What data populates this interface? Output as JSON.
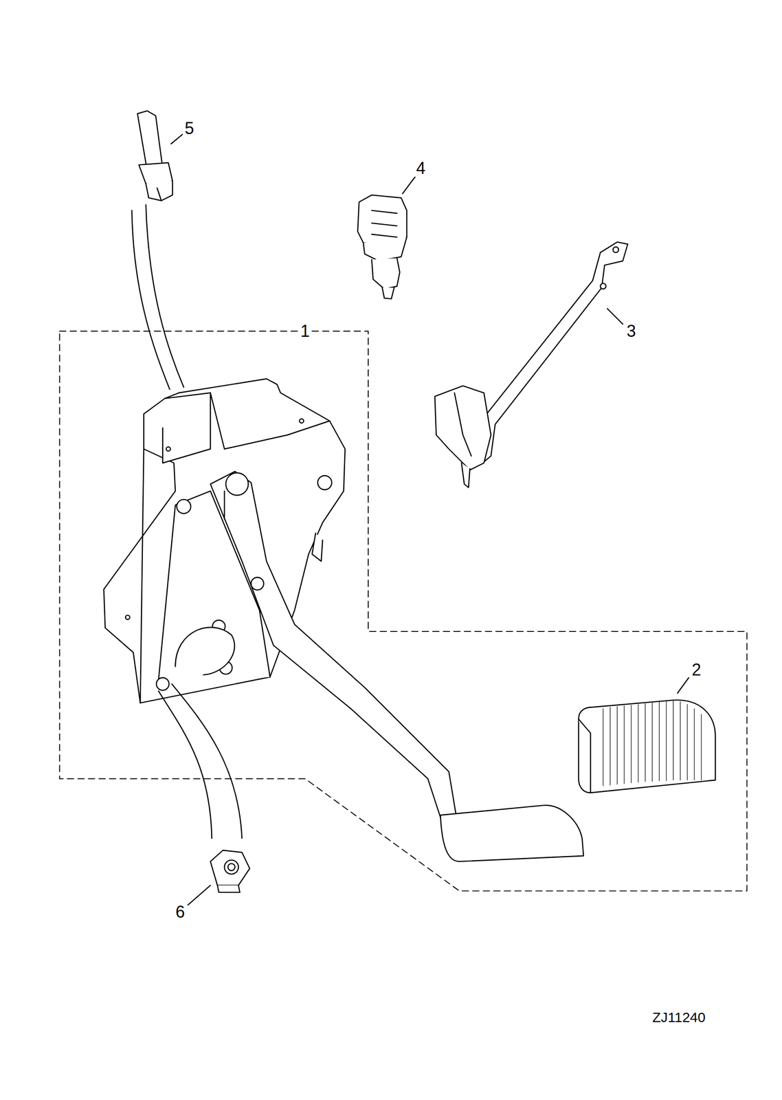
{
  "diagram": {
    "labels": [
      "5",
      "4",
      "1",
      "3",
      "2",
      "6",
      "ZJ11240"
    ]
  }
}
